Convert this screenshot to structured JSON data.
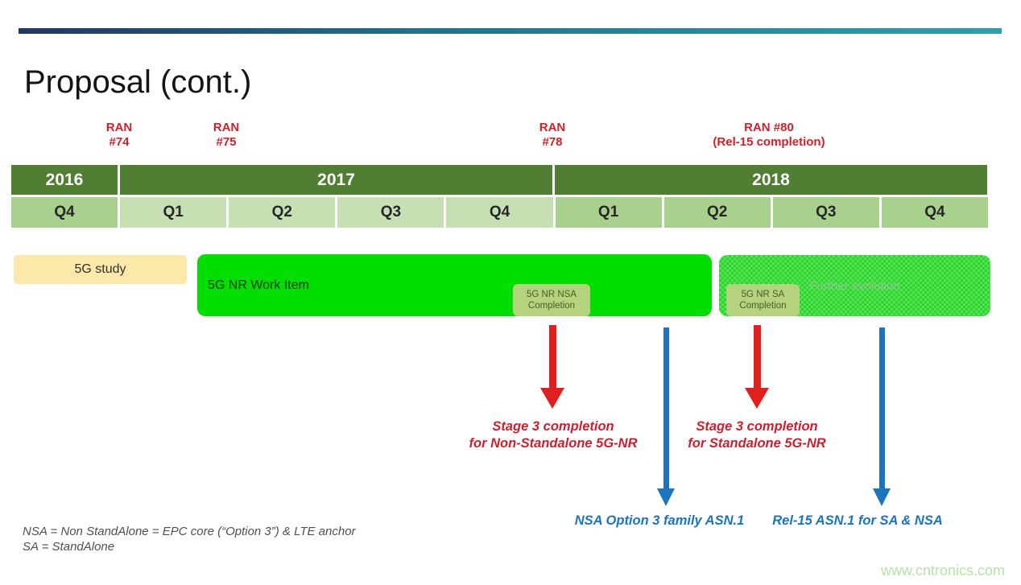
{
  "title": "Proposal (cont.)",
  "milestones": [
    {
      "id": "ran-74",
      "line1": "RAN",
      "line2": "#74"
    },
    {
      "id": "ran-75",
      "line1": "RAN",
      "line2": "#75"
    },
    {
      "id": "ran-78",
      "line1": "RAN",
      "line2": "#78"
    },
    {
      "id": "ran-80",
      "line1": "RAN #80",
      "line2": "(Rel-15 completion)"
    }
  ],
  "timeline": {
    "years": [
      {
        "label": "2016",
        "quarters": 1
      },
      {
        "label": "2017",
        "quarters": 4
      },
      {
        "label": "2018",
        "quarters": 4
      }
    ],
    "quarters": [
      {
        "label": "Q4",
        "shade": "dark"
      },
      {
        "label": "Q1",
        "shade": "light"
      },
      {
        "label": "Q2",
        "shade": "light"
      },
      {
        "label": "Q3",
        "shade": "light"
      },
      {
        "label": "Q4",
        "shade": "light"
      },
      {
        "label": "Q1",
        "shade": "dark"
      },
      {
        "label": "Q2",
        "shade": "dark"
      },
      {
        "label": "Q3",
        "shade": "dark"
      },
      {
        "label": "Q4",
        "shade": "dark"
      }
    ],
    "colors": {
      "year_bg": "#507e32",
      "quarter_dark": "#a9d18e",
      "quarter_light": "#c6e0b4"
    }
  },
  "bars": {
    "study": {
      "label": "5G study",
      "color": "#fce8a9"
    },
    "work_item": {
      "label": "5G NR Work Item",
      "color": "#02dd02"
    },
    "further": {
      "label": "Further evolution",
      "color": "#2ed32e"
    }
  },
  "completion_tags": [
    {
      "line1": "5G NR NSA",
      "line2": "Completion"
    },
    {
      "line1": "5G NR SA",
      "line2": "Completion"
    }
  ],
  "annotations": {
    "red": [
      {
        "line1": "Stage 3 completion",
        "line2": "for Non-Standalone 5G-NR"
      },
      {
        "line1": "Stage 3 completion",
        "line2": "for Standalone 5G-NR"
      }
    ],
    "blue": [
      {
        "label": "NSA Option 3  family ASN.1"
      },
      {
        "label": "Rel-15 ASN.1 for SA & NSA"
      }
    ],
    "colors": {
      "red_text": "#cb2030",
      "red_arrow": "#e01f1f",
      "blue": "#1b74bc"
    }
  },
  "footnote": {
    "line1": "NSA = Non StandAlone = EPC core (“Option 3”) & LTE anchor",
    "line2": "SA = StandAlone"
  },
  "watermark": "www.cntronics.com"
}
